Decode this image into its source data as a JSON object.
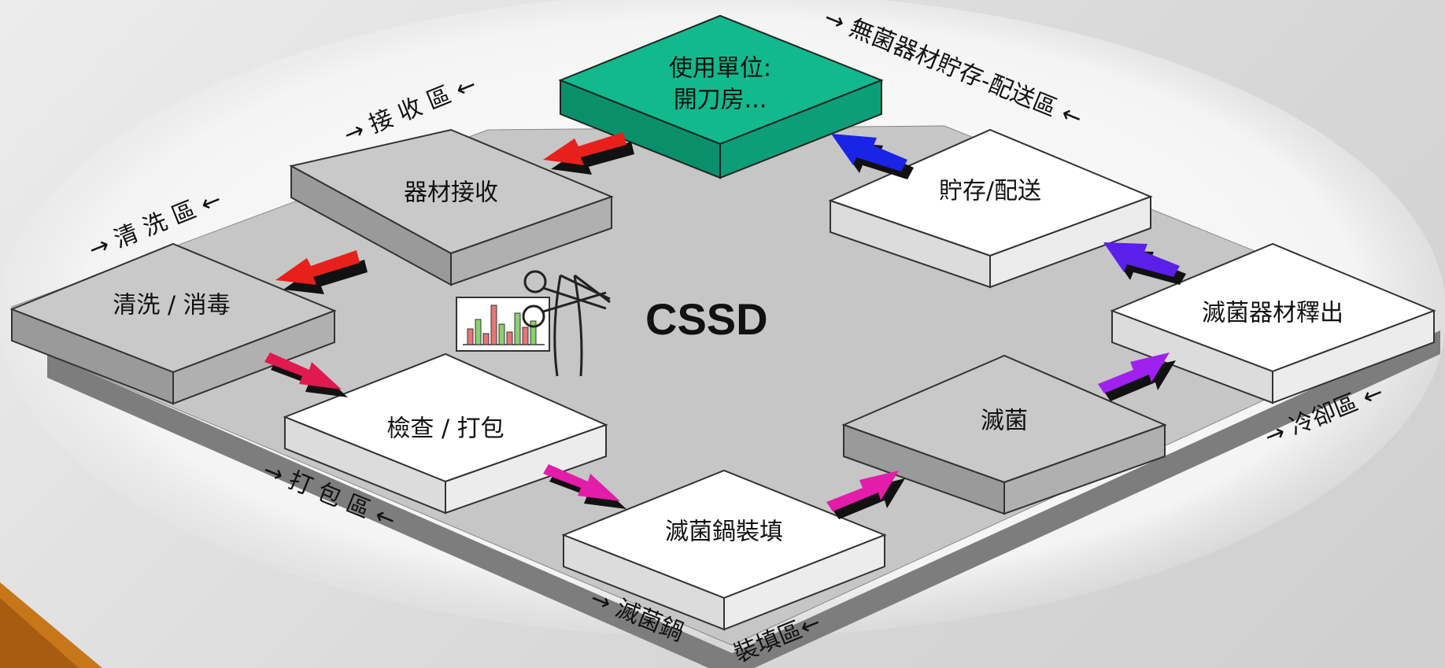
{
  "diagram": {
    "title": "CSSD",
    "colors": {
      "platform": "#c6c6c6",
      "gray_box": "#c9c9c9",
      "white_box": "#ffffff",
      "use_unit_box": "#11b98c",
      "arrow_red": "#e8201c",
      "arrow_crimson": "#e0194f",
      "arrow_magenta": "#e31ca9",
      "arrow_violet": "#a020f0",
      "arrow_indigo": "#5a20ea",
      "arrow_blue": "#1a24e6"
    },
    "stations": [
      {
        "id": "use_unit",
        "line1": "使用單位:",
        "line2": "開刀房...",
        "style": "green"
      },
      {
        "id": "receive",
        "label": "器材接收",
        "style": "gray"
      },
      {
        "id": "wash",
        "label": "清洗 / 消毒",
        "style": "gray"
      },
      {
        "id": "pack",
        "label": "檢查 / 打包",
        "style": "white"
      },
      {
        "id": "load",
        "label": "滅菌鍋裝填",
        "style": "white"
      },
      {
        "id": "sterilize",
        "label": "滅菌",
        "style": "gray"
      },
      {
        "id": "release",
        "label": "滅菌器材釋出",
        "style": "white"
      },
      {
        "id": "store",
        "label": "貯存/配送",
        "style": "white"
      }
    ],
    "zones": [
      {
        "id": "receive_zone",
        "text": "→ 接 收 區 ←"
      },
      {
        "id": "wash_zone",
        "text": "→ 清 洗 區 ←"
      },
      {
        "id": "pack_zone",
        "text": "→ 打 包 區 ←"
      },
      {
        "id": "load_zone_a",
        "text": "→ 滅菌鍋"
      },
      {
        "id": "load_zone_b",
        "text": "裝填區←"
      },
      {
        "id": "cool_zone",
        "text": "→ 冷卻區 ←"
      },
      {
        "id": "store_zone",
        "text": "→ 無菌器材貯存-配送區 ←"
      }
    ],
    "icons": [
      "bar-chart-icon",
      "scissors-icon",
      "forceps-icon"
    ]
  }
}
